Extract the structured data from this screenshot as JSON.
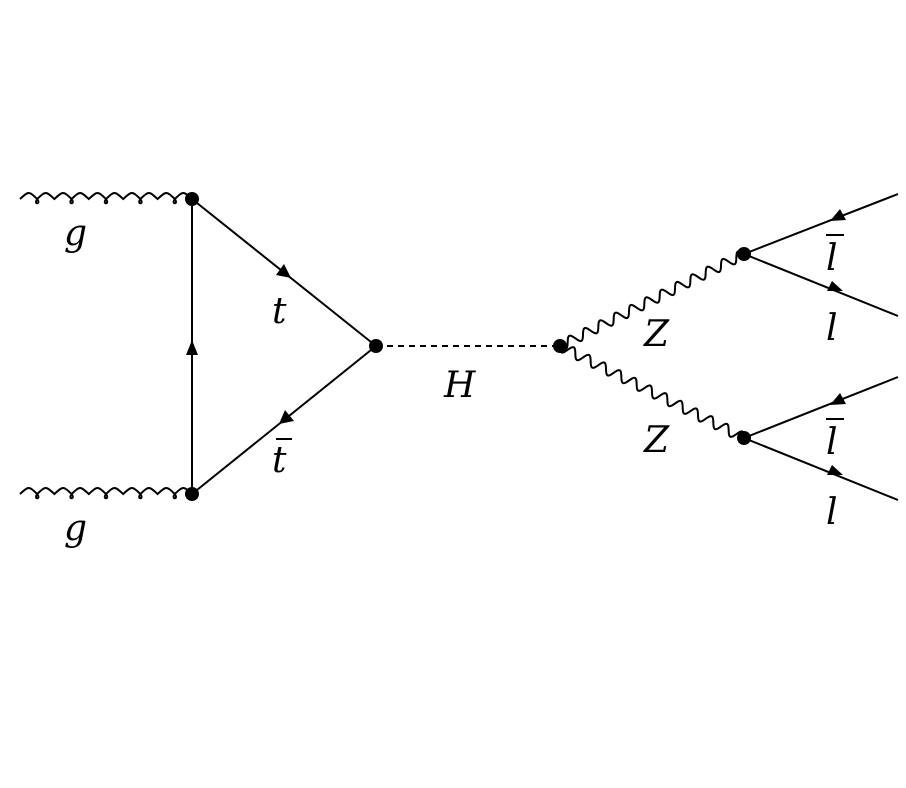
{
  "diagram": {
    "type": "feynman",
    "labels": {
      "gluon_top": "g",
      "gluon_bottom": "g",
      "top_quark": "t",
      "anti_top_quark": "t",
      "higgs": "H",
      "z_upper": "Z",
      "z_lower": "Z",
      "antilepton_upper": "l",
      "lepton_upper": "l",
      "antilepton_lower": "l",
      "lepton_lower": "l"
    }
  }
}
